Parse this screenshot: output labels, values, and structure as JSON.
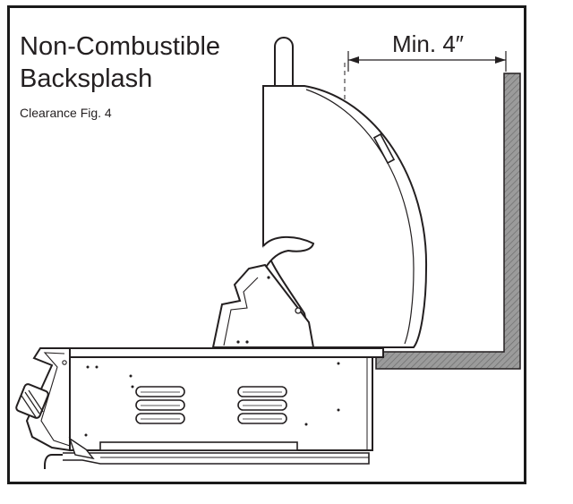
{
  "title": {
    "line1": "Non-Combustible",
    "line2": "Backsplash"
  },
  "subtitle": "Clearance Fig. 4",
  "dimension": {
    "label": "Min. 4″"
  },
  "colors": {
    "line": "#231f20",
    "wall_fill": "#8c8c8c",
    "background": "#ffffff"
  }
}
